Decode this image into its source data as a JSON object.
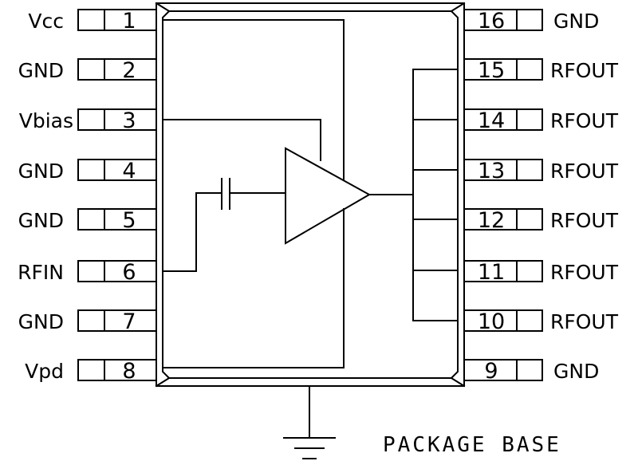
{
  "left_pins": [
    {
      "number": "1",
      "label": "Vcc"
    },
    {
      "number": "2",
      "label": "GND"
    },
    {
      "number": "3",
      "label": "Vbias"
    },
    {
      "number": "4",
      "label": "GND"
    },
    {
      "number": "5",
      "label": "GND"
    },
    {
      "number": "6",
      "label": "RFIN"
    },
    {
      "number": "7",
      "label": "GND"
    },
    {
      "number": "8",
      "label": "Vpd"
    }
  ],
  "right_pins": [
    {
      "number": "16",
      "label": "GND"
    },
    {
      "number": "15",
      "label": "RFOUT"
    },
    {
      "number": "14",
      "label": "RFOUT"
    },
    {
      "number": "13",
      "label": "RFOUT"
    },
    {
      "number": "12",
      "label": "RFOUT"
    },
    {
      "number": "11",
      "label": "RFOUT"
    },
    {
      "number": "10",
      "label": "RFOUT"
    },
    {
      "number": "9",
      "label": "GND"
    }
  ],
  "package_base_label": "PACKAGE BASE",
  "colors": {
    "line": "#000000",
    "background": "#ffffff"
  }
}
